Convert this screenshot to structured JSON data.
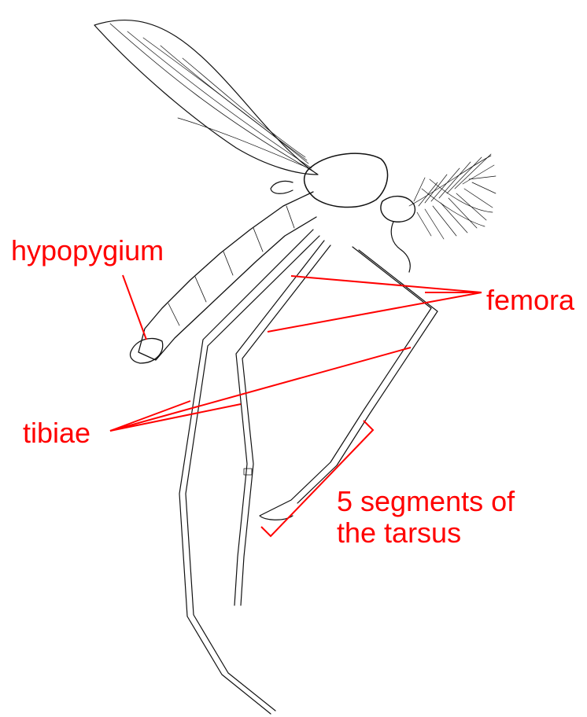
{
  "labels": {
    "hypopygium": "hypopygium",
    "femora": "femora",
    "tibiae": "tibiae",
    "tarsus_line1": "5 segments of",
    "tarsus_line2": "the tarsus"
  },
  "colors": {
    "annotation": "#ff0000",
    "drawing": "#111111",
    "background": "#ffffff"
  }
}
